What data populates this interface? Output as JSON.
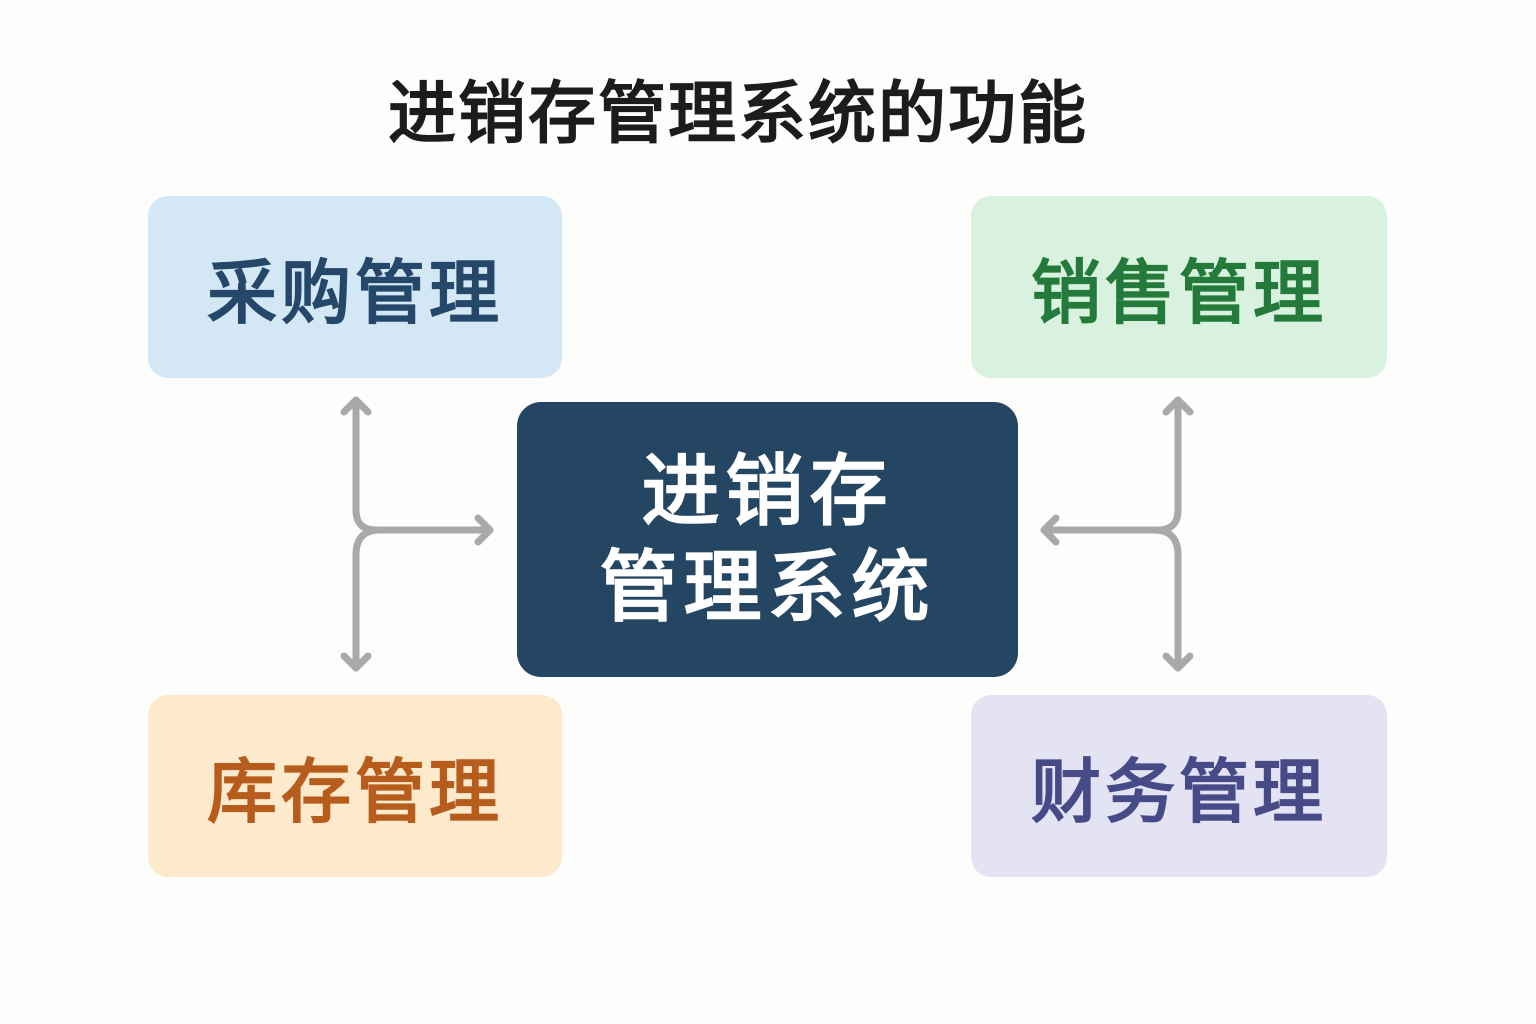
{
  "title": "进销存管理系统的功能",
  "center": {
    "line1": "进销存",
    "line2": "管理系统"
  },
  "modules": {
    "purchase": "采购管理",
    "sales": "销售管理",
    "inventory": "库存管理",
    "finance": "财务管理"
  },
  "colors": {
    "center_bg": "#254663",
    "arrow": "#a7a9aa"
  }
}
